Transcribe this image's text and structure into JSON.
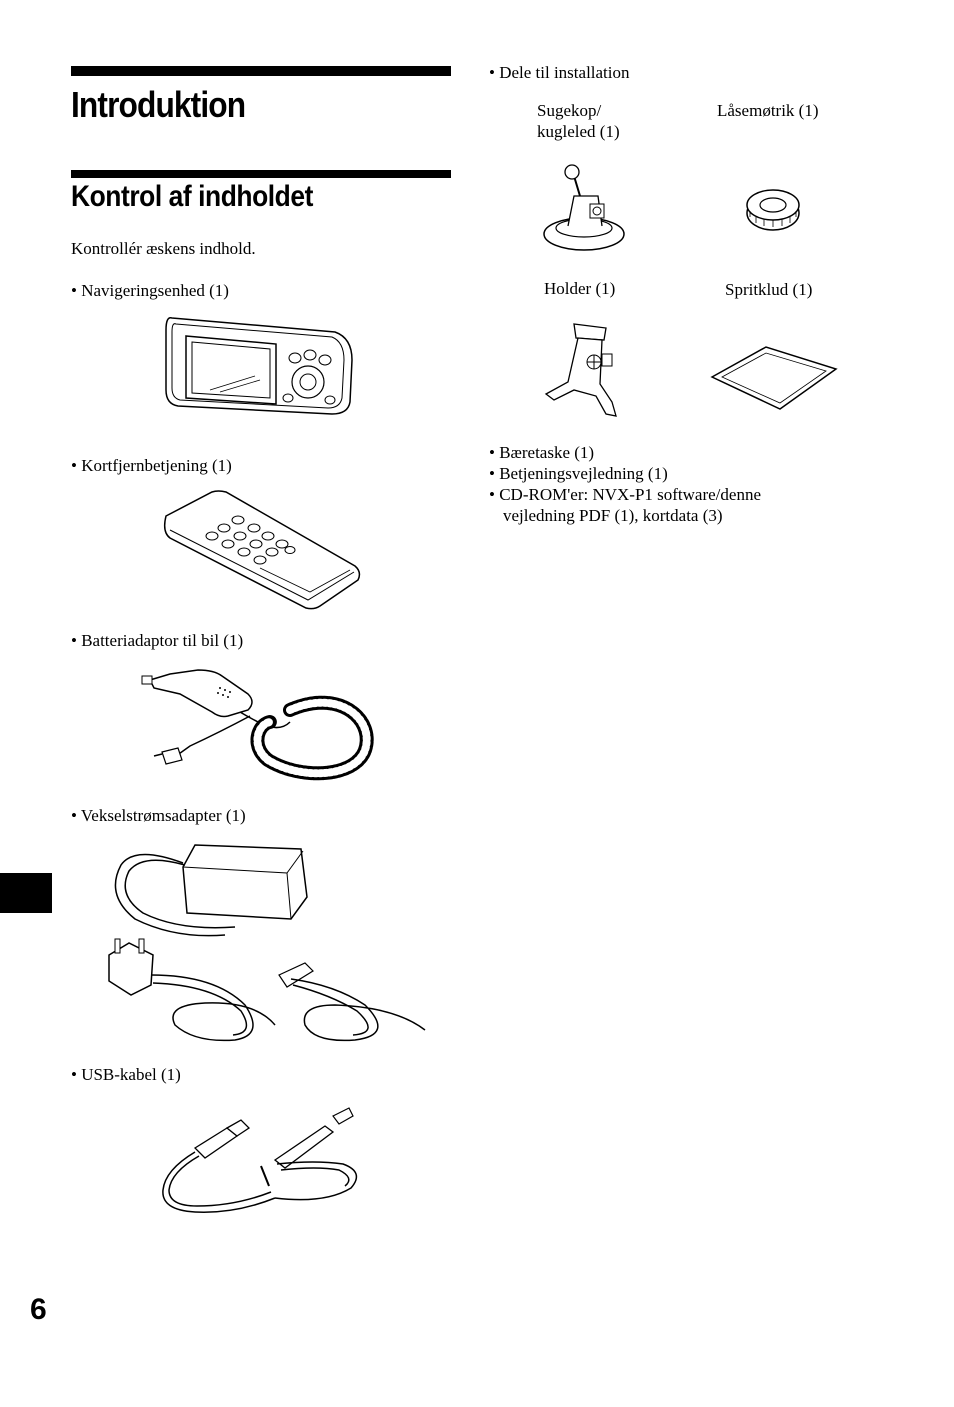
{
  "heading": "Introduktion",
  "section_title": "Kontrol af indholdet",
  "intro_text": "Kontrollér æskens indhold.",
  "left_items": {
    "navigation": "• Navigeringsenhed (1)",
    "remote": "• Kortfjernbetjening (1)",
    "car_adapter": "• Batteriadaptor til bil (1)",
    "ac_adapter": "• Vekselstrømsadapter (1)",
    "usb": "• USB-kabel (1)"
  },
  "install_parts": {
    "header": "• Dele til installation",
    "suction_cup_line1": "Sugekop/",
    "suction_cup_line2": "kugleled (1)",
    "lock_nut": "Låsemøtrik (1)",
    "holder": "Holder (1)",
    "cleaning_cloth": "Spritklud (1)"
  },
  "other_items": {
    "carry_case": "• Bæretaske (1)",
    "manual": "• Betjeningsvejledning (1)",
    "cdrom_line1": "• CD-ROM'er: NVX-P1 software/denne",
    "cdrom_line2": "vejledning PDF (1), kortdata (3)"
  },
  "page_number": "6"
}
